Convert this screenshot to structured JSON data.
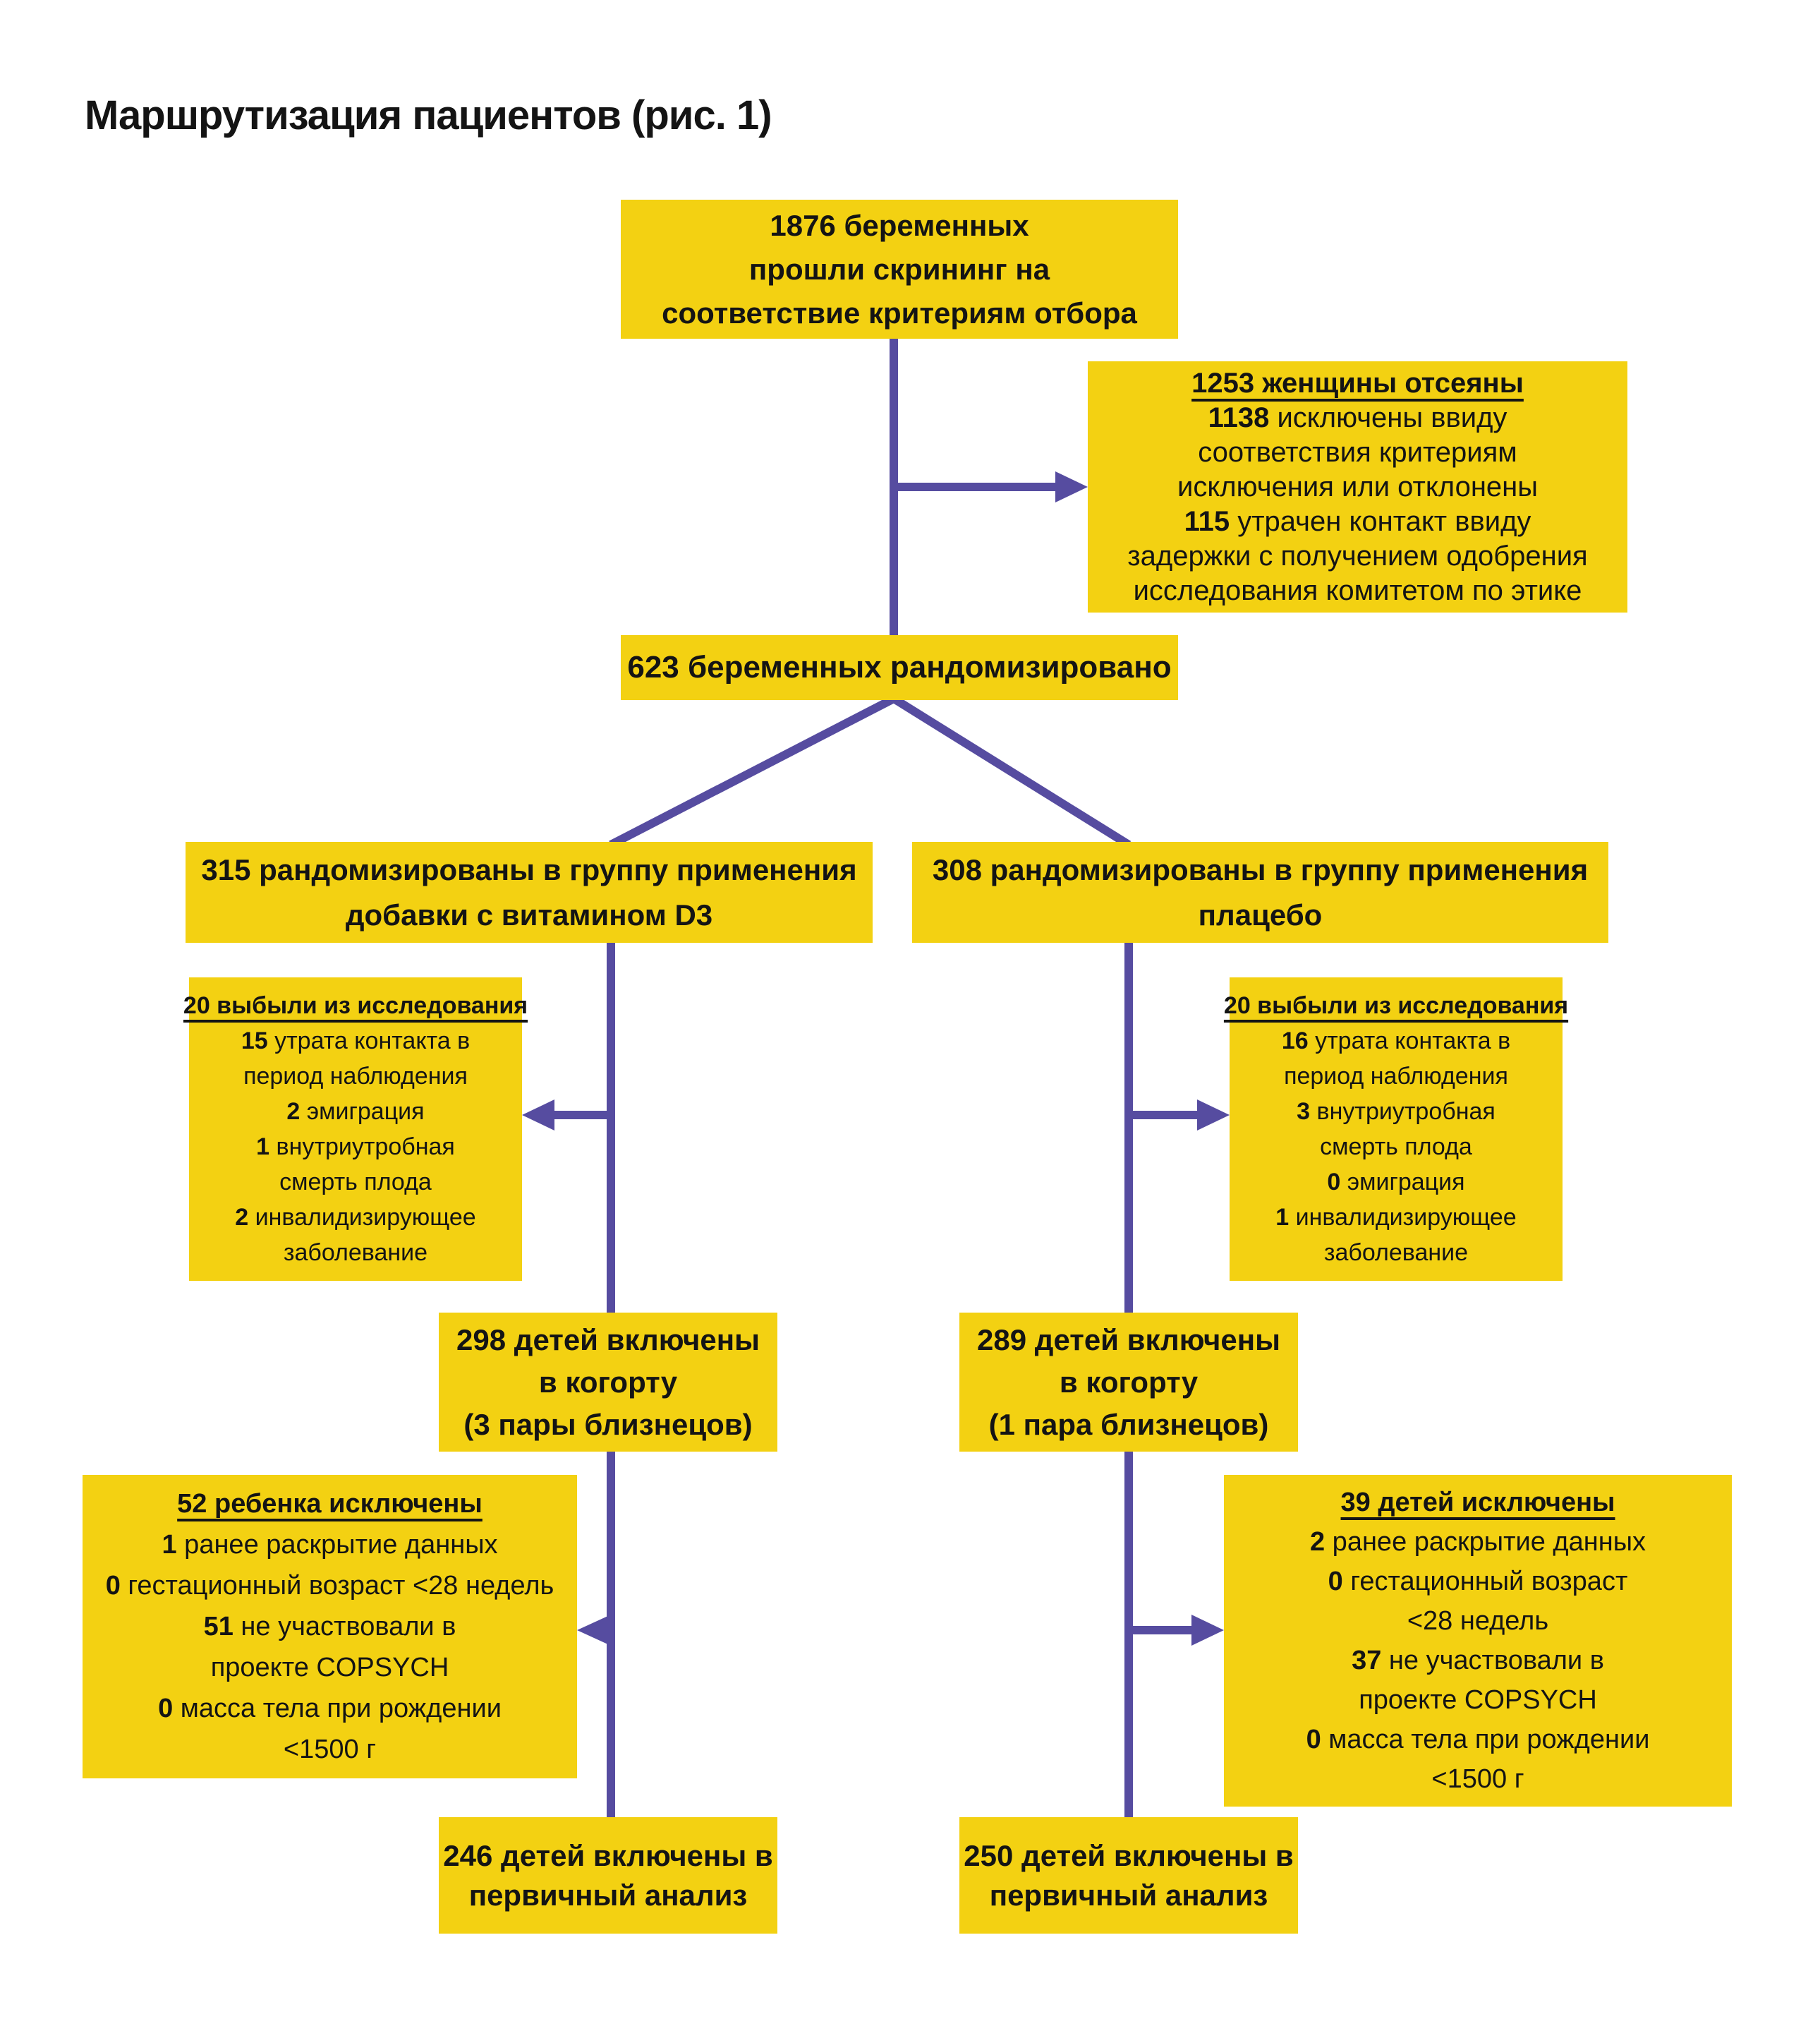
{
  "title": "Маршрутизация пациентов (рис. 1)",
  "colors": {
    "box_fill": "#F3D112",
    "connector": "#564CA0",
    "text": "#141414",
    "background": "#FFFFFF"
  },
  "flow": {
    "screened": {
      "lines": [
        [
          [
            "1876 беременных",
            "b"
          ]
        ],
        [
          [
            "прошли скрининг на",
            "b"
          ]
        ],
        [
          [
            "соответствие критериям отбора",
            "b"
          ]
        ]
      ]
    },
    "women_excluded": {
      "lines": [
        [
          [
            "1253 женщины отсеяны",
            "bu"
          ]
        ],
        [
          [
            "1138",
            "b"
          ],
          [
            " исключены ввиду",
            ""
          ]
        ],
        [
          [
            "соответствия критериям",
            ""
          ]
        ],
        [
          [
            "исключения или отклонены",
            ""
          ]
        ],
        [
          [
            "115",
            "b"
          ],
          [
            " утрачен контакт ввиду",
            ""
          ]
        ],
        [
          [
            "задержки с получением одобрения",
            ""
          ]
        ],
        [
          [
            "исследования комитетом по этике",
            ""
          ]
        ]
      ]
    },
    "randomized": {
      "lines": [
        [
          [
            "623 беременных рандомизировано",
            "b"
          ]
        ]
      ]
    },
    "group_vitamin_d3": {
      "lines": [
        [
          [
            "315 рандомизированы в группу применения",
            "b"
          ]
        ],
        [
          [
            "добавки с витамином D3",
            "b"
          ]
        ]
      ]
    },
    "group_placebo": {
      "lines": [
        [
          [
            "308 рандомизированы в группу применения",
            "b"
          ]
        ],
        [
          [
            "плацебо",
            "b"
          ]
        ]
      ]
    },
    "dropout_vitamin_d3": {
      "lines": [
        [
          [
            "20 выбыли из исследования",
            "bu"
          ]
        ],
        [
          [
            "15",
            "b"
          ],
          [
            " утрата контакта в",
            ""
          ]
        ],
        [
          [
            "период наблюдения",
            ""
          ]
        ],
        [
          [
            "2",
            "b"
          ],
          [
            " эмиграция",
            ""
          ]
        ],
        [
          [
            "1",
            "b"
          ],
          [
            " внутриутробная",
            ""
          ]
        ],
        [
          [
            "смерть плода",
            ""
          ]
        ],
        [
          [
            "2",
            "b"
          ],
          [
            " инвалидизирующее",
            ""
          ]
        ],
        [
          [
            "заболевание",
            ""
          ]
        ]
      ]
    },
    "dropout_placebo": {
      "lines": [
        [
          [
            "20 выбыли из исследования",
            "bu"
          ]
        ],
        [
          [
            "16",
            "b"
          ],
          [
            " утрата контакта в",
            ""
          ]
        ],
        [
          [
            "период наблюдения",
            ""
          ]
        ],
        [
          [
            "3",
            "b"
          ],
          [
            " внутриутробная",
            ""
          ]
        ],
        [
          [
            "смерть плода",
            ""
          ]
        ],
        [
          [
            "0",
            "b"
          ],
          [
            " эмиграция",
            ""
          ]
        ],
        [
          [
            "1",
            "b"
          ],
          [
            " инвалидизирующее",
            ""
          ]
        ],
        [
          [
            "заболевание",
            ""
          ]
        ]
      ]
    },
    "cohort_vitamin_d3": {
      "lines": [
        [
          [
            "298 детей включены",
            "b"
          ]
        ],
        [
          [
            "в когорту",
            "b"
          ]
        ],
        [
          [
            "(3 пары близнецов)",
            "b"
          ]
        ]
      ]
    },
    "cohort_placebo": {
      "lines": [
        [
          [
            "289 детей включены",
            "b"
          ]
        ],
        [
          [
            "в когорту",
            "b"
          ]
        ],
        [
          [
            "(1 пара близнецов)",
            "b"
          ]
        ]
      ]
    },
    "children_excluded_vitamin_d3": {
      "lines": [
        [
          [
            "52 ребенка исключены",
            "bu"
          ]
        ],
        [
          [
            "1",
            "b"
          ],
          [
            " ранее раскрытие данных",
            ""
          ]
        ],
        [
          [
            "0",
            "b"
          ],
          [
            " гестационный возраст <28 недель",
            ""
          ]
        ],
        [
          [
            "51",
            "b"
          ],
          [
            " не участвовали в",
            ""
          ]
        ],
        [
          [
            "проекте COPSYCH",
            ""
          ]
        ],
        [
          [
            "0",
            "b"
          ],
          [
            " масса тела при рождении",
            ""
          ]
        ],
        [
          [
            "<1500 г",
            ""
          ]
        ]
      ]
    },
    "children_excluded_placebo": {
      "lines": [
        [
          [
            "39 детей исключены",
            "bu"
          ]
        ],
        [
          [
            "2",
            "b"
          ],
          [
            " ранее раскрытие данных",
            ""
          ]
        ],
        [
          [
            "0",
            "b"
          ],
          [
            " гестационный возраст",
            ""
          ]
        ],
        [
          [
            "<28 недель",
            ""
          ]
        ],
        [
          [
            "37",
            "b"
          ],
          [
            " не участвовали в",
            ""
          ]
        ],
        [
          [
            "проекте COPSYCH",
            ""
          ]
        ],
        [
          [
            "0",
            "b"
          ],
          [
            " масса тела при рождении",
            ""
          ]
        ],
        [
          [
            "<1500 г",
            ""
          ]
        ]
      ]
    },
    "primary_analysis_vitamin_d3": {
      "lines": [
        [
          [
            "246 детей включены в",
            "b"
          ]
        ],
        [
          [
            "первичный анализ",
            "b"
          ]
        ]
      ]
    },
    "primary_analysis_placebo": {
      "lines": [
        [
          [
            "250 детей включены в",
            "b"
          ]
        ],
        [
          [
            "первичный анализ",
            "b"
          ]
        ]
      ]
    }
  }
}
